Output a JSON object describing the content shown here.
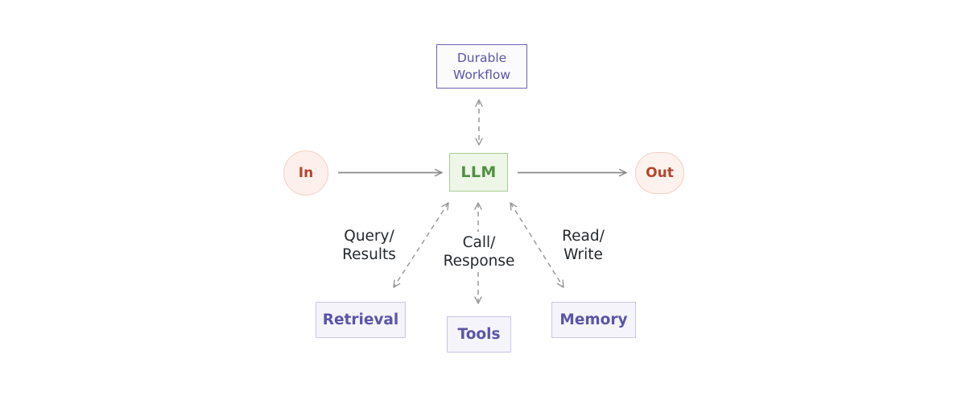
{
  "diagram": {
    "title": "LLM agent architecture with durable workflow, retrieval, tools and memory",
    "background_color": "#ffffff",
    "nodes": [
      {
        "id": "durable-workflow",
        "label": "Durable\nWorkflow",
        "shape": "rectangle",
        "fill": "#fbfbfe",
        "stroke": "#6b63b5",
        "text_color": "#5b55a8"
      },
      {
        "id": "llm",
        "label": "LLM",
        "shape": "rectangle",
        "fill": "#eef6e7",
        "stroke": "#a9ce92",
        "text_color": "#4f9140"
      },
      {
        "id": "in",
        "label": "In",
        "shape": "circle",
        "fill": "#fdf0ec",
        "stroke": "#f3cfc4",
        "text_color": "#b5462c"
      },
      {
        "id": "out",
        "label": "Out",
        "shape": "pill",
        "fill": "#fdf2ee",
        "stroke": "#f3cfc4",
        "text_color": "#b5462c"
      },
      {
        "id": "retrieval",
        "label": "Retrieval",
        "shape": "rectangle",
        "fill": "#f4f4fa",
        "stroke": "#c9c6e4",
        "text_color": "#5b55a8"
      },
      {
        "id": "tools",
        "label": "Tools",
        "shape": "rectangle",
        "fill": "#f4f4fa",
        "stroke": "#c9c6e4",
        "text_color": "#5b55a8"
      },
      {
        "id": "memory",
        "label": "Memory",
        "shape": "rectangle",
        "fill": "#f4f4fa",
        "stroke": "#c9c6e4",
        "text_color": "#5b55a8"
      }
    ],
    "edges": [
      {
        "id": "in-to-llm",
        "from": "in",
        "to": "llm",
        "style": "solid",
        "direction": "forward",
        "label": "",
        "color": "#8a8a8a"
      },
      {
        "id": "llm-to-out",
        "from": "llm",
        "to": "out",
        "style": "solid",
        "direction": "forward",
        "label": "",
        "color": "#8a8a8a"
      },
      {
        "id": "llm-workflow",
        "from": "llm",
        "to": "durable-workflow",
        "style": "dashed",
        "direction": "bidirectional",
        "label": "",
        "color": "#9a9a9a"
      },
      {
        "id": "llm-retrieval",
        "from": "llm",
        "to": "retrieval",
        "style": "dashed",
        "direction": "bidirectional",
        "label": "Query/\nResults",
        "color": "#9a9a9a"
      },
      {
        "id": "llm-tools",
        "from": "llm",
        "to": "tools",
        "style": "dashed",
        "direction": "bidirectional",
        "label": "Call/\nResponse",
        "color": "#9a9a9a"
      },
      {
        "id": "llm-memory",
        "from": "llm",
        "to": "memory",
        "style": "dashed",
        "direction": "bidirectional",
        "label": "Read/\nWrite",
        "color": "#9a9a9a"
      }
    ],
    "edge_labels": {
      "query_results": "Query/\nResults",
      "call_response": "Call/\nResponse",
      "read_write": "Read/\nWrite"
    }
  }
}
